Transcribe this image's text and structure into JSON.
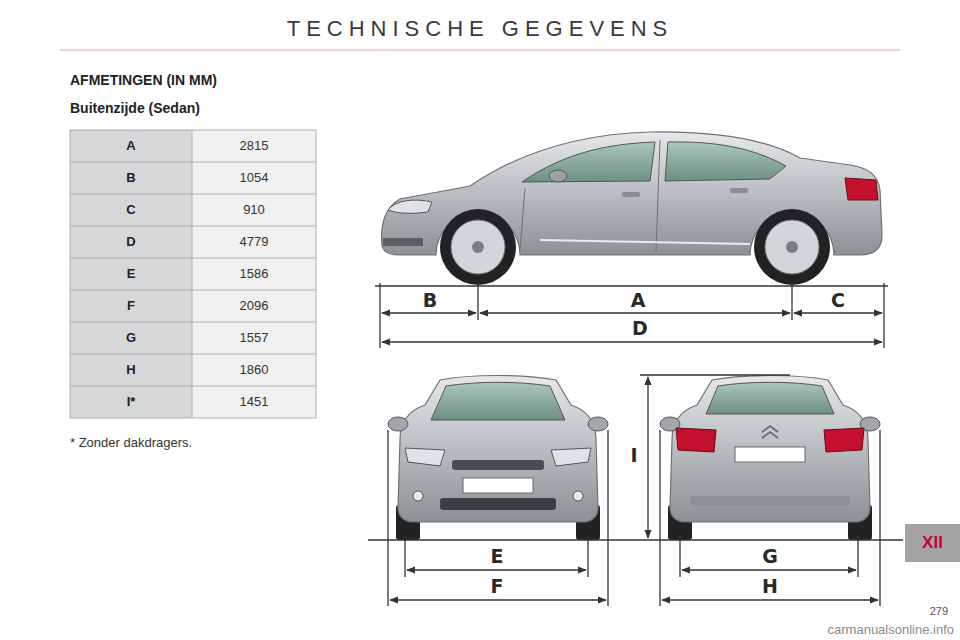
{
  "diagram": {
    "title": "TECHNISCHE GEGEVENS",
    "labels": [
      "AFMETINGEN (IN MM)",
      "Buitenzijde (Sedan)",
      "A",
      "2815",
      "B",
      "1054",
      "C",
      "910",
      "D",
      "4779",
      "E",
      "1586",
      "F",
      "2096",
      "G",
      "1557",
      "H",
      "1860",
      "I*",
      "1451",
      "* Zonder dakdragers.",
      "B",
      "A",
      "C",
      "D",
      "E",
      "F",
      "I",
      "G",
      "H",
      "XII",
      "279",
      "carmanualsonline.info"
    ]
  }
}
